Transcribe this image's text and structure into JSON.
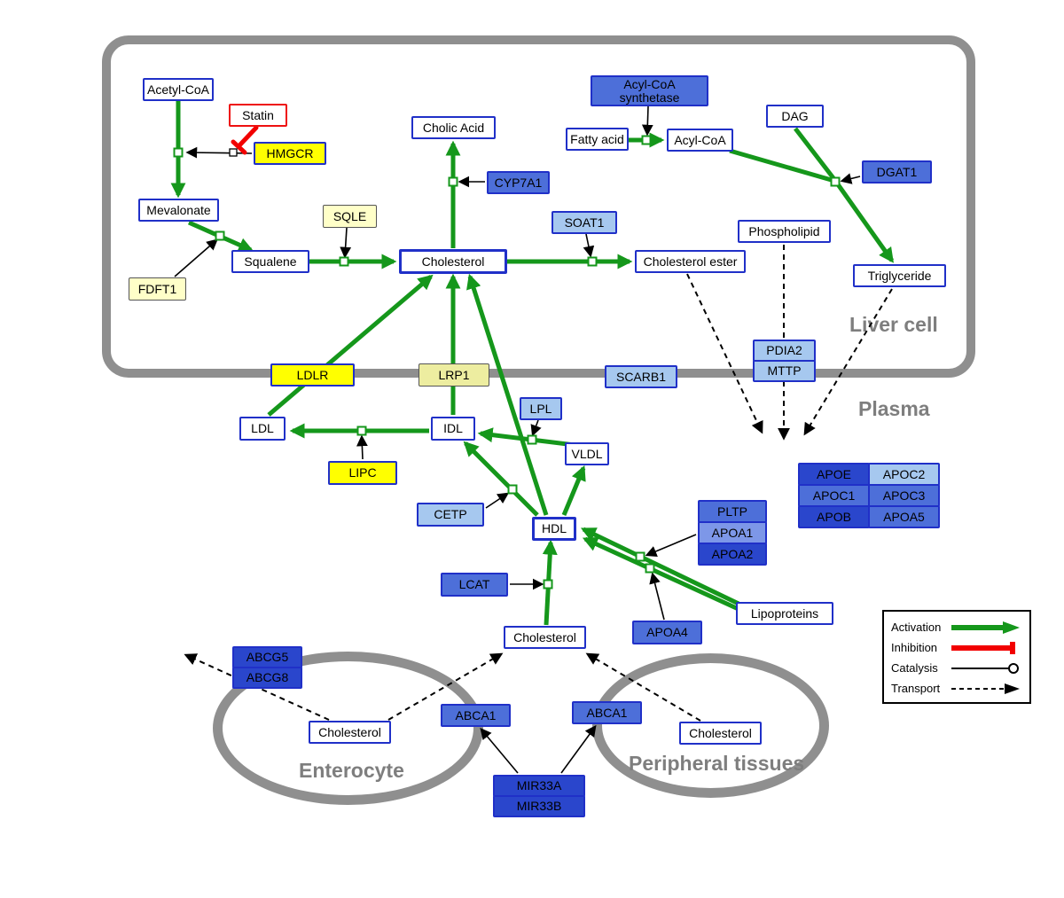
{
  "compartments": {
    "liver": "Liver cell",
    "plasma": "Plasma",
    "enterocyte": "Enterocyte",
    "peripheral": "Peripheral tissues"
  },
  "nodes": {
    "acetyl_coa": "Acetyl-CoA",
    "statin": "Statin",
    "hmgcr": "HMGCR",
    "mevalonate": "Mevalonate",
    "sqle": "SQLE",
    "fdft1": "FDFT1",
    "squalene": "Squalene",
    "cholesterol_liver": "Cholesterol",
    "cholic_acid": "Cholic Acid",
    "cyp7a1": "CYP7A1",
    "soat1": "SOAT1",
    "cholesterol_ester": "Cholesterol ester",
    "acyl_coa_synthetase": "Acyl-CoA synthetase",
    "fatty_acid": "Fatty acid",
    "acyl_coa": "Acyl-CoA",
    "dag": "DAG",
    "dgat1": "DGAT1",
    "phospholipid": "Phospholipid",
    "triglyceride": "Triglyceride",
    "ldlr": "LDLR",
    "lrp1": "LRP1",
    "scarb1": "SCARB1",
    "pdia2": "PDIA2",
    "mttp": "MTTP",
    "ldl": "LDL",
    "idl": "IDL",
    "lpl": "LPL",
    "vldl": "VLDL",
    "lipc": "LIPC",
    "cetp": "CETP",
    "hdl": "HDL",
    "lcat": "LCAT",
    "pltp": "PLTP",
    "apoa1": "APOA1",
    "apoa2": "APOA2",
    "apoa4": "APOA4",
    "lipoproteins": "Lipoproteins",
    "apoe": "APOE",
    "apoc2": "APOC2",
    "apoc1": "APOC1",
    "apoc3": "APOC3",
    "apob": "APOB",
    "apoa5": "APOA5",
    "cholesterol_plasma": "Cholesterol",
    "abcg5": "ABCG5",
    "abcg8": "ABCG8",
    "cholesterol_enterocyte": "Cholesterol",
    "abca1_left": "ABCA1",
    "abca1_right": "ABCA1",
    "cholesterol_peripheral": "Cholesterol",
    "mir33a": "MIR33A",
    "mir33b": "MIR33B"
  },
  "legend": {
    "activation": "Activation",
    "inhibition": "Inhibition",
    "catalysis": "Catalysis",
    "transport": "Transport"
  },
  "colors": {
    "activation_green": "#15971b",
    "inhibition_red": "#f20000",
    "membrane_gray": "#8f8f8f",
    "metabolite_border_blue": "#2030c8",
    "gene_yellow": "#ffff00",
    "gene_pale_yellow": "#ffffc8",
    "gene_blue_dark": "#2a46cc",
    "gene_blue_medium": "#4d6fd9",
    "gene_blue_light": "#a6c8ef"
  }
}
